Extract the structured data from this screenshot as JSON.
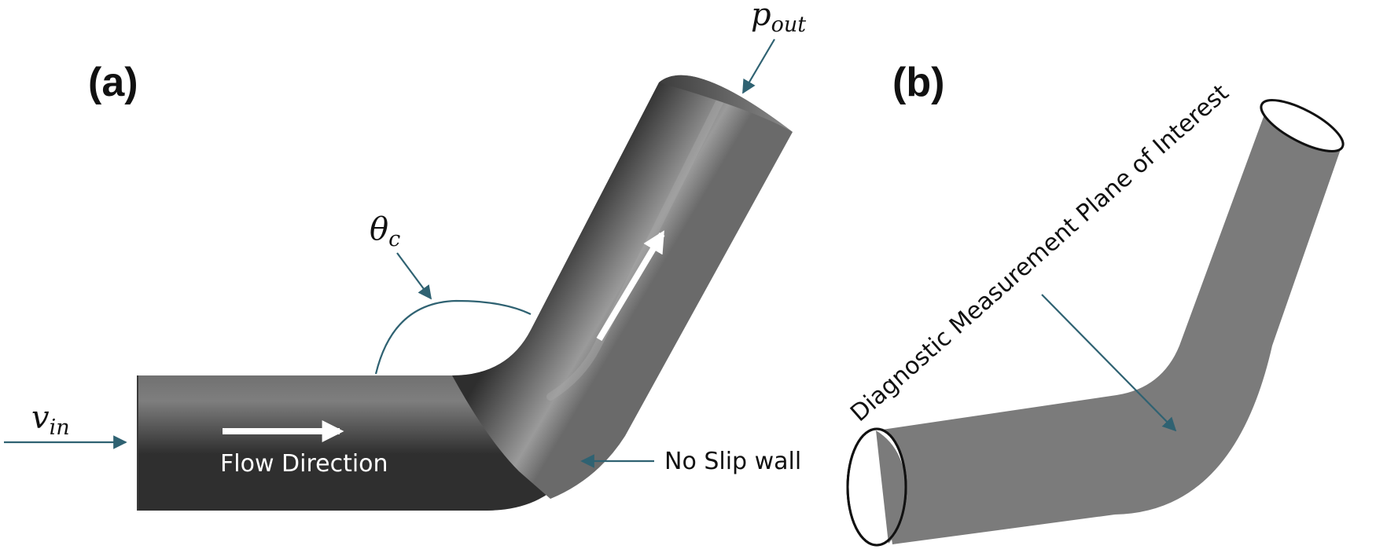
{
  "panel_a": {
    "label": "(a)",
    "inlet_velocity": {
      "symbol": "v",
      "subscript": "in"
    },
    "outlet_pressure": {
      "symbol": "p",
      "subscript": "out"
    },
    "bend_angle": {
      "symbol": "θ",
      "subscript": "c"
    },
    "flow_label": "Flow Direction",
    "wall_label": "No Slip wall"
  },
  "panel_b": {
    "label": "(b)",
    "plane_label": "Diagnostic Measurement Plane of Interest"
  },
  "colors": {
    "pipe_a_dark": "#3a3a3a",
    "pipe_a_light": "#8a8a8a",
    "pipe_b_fill": "#7b7b7b",
    "annotation": "#2f6272",
    "arrow_white": "#ffffff"
  }
}
